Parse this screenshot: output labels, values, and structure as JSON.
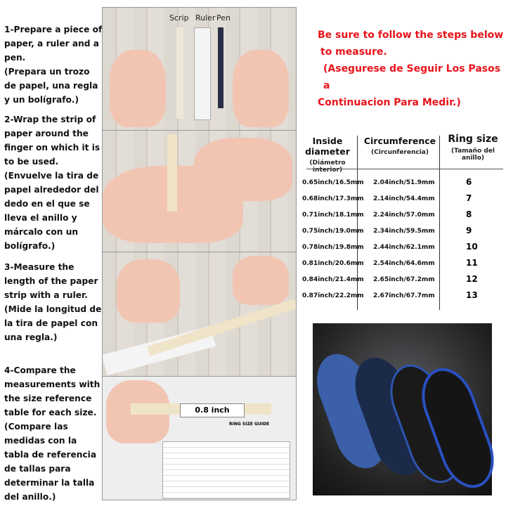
{
  "steps": [
    {
      "en": "1-Prepare a piece of paper, a ruler and a pen.",
      "es": "(Prepara un trozo de papel, una regla y un bolígrafo.)"
    },
    {
      "en": "2-Wrap the strip of paper around the finger on which it is to be used.",
      "es": "(Envuelve la tira de papel alrededor del dedo en el que se lleva el anillo y márcalo con un bolígrafo.)"
    },
    {
      "en": "3-Measure the length of the paper strip with a ruler.",
      "es": "(Mide la longitud de la tira de papel con una regla.)"
    },
    {
      "en": "4-Compare the measurements with the size reference table for each size.",
      "es": "(Compare las medidas con la tabla de referencia de tallas para determinar la talla del anillo.)"
    }
  ],
  "illustration": {
    "scrip": "Scrip",
    "ruler": "Ruler",
    "pen": "Pen",
    "measure": "0.8 inch",
    "guide_title": "RING SIZE GUIDE"
  },
  "notice": {
    "line1": "Be sure to follow the steps below",
    "line2": "to measure.",
    "line3": "(Asegurese de Seguir Los Pasos a",
    "line4": "Continuacion Para Medir.)"
  },
  "table": {
    "headers": [
      {
        "title": "Inside diameter",
        "sub": "(Diámetro interior)"
      },
      {
        "title": "Circumference",
        "sub": "(Circunferencia)"
      },
      {
        "title": "Ring size",
        "sub": "(Tamaño del anillo)"
      }
    ],
    "rows": [
      [
        "0.65inch/16.5mm",
        "2.04inch/51.9mm",
        "6"
      ],
      [
        "0.68inch/17.3mm",
        "2.14inch/54.4mm",
        "7"
      ],
      [
        "0.71inch/18.1mm",
        "2.24inch/57.0mm",
        "8"
      ],
      [
        "0.75inch/19.0mm",
        "2.34inch/59.5mm",
        "9"
      ],
      [
        "0.78inch/19.8mm",
        "2.44inch/62.1mm",
        "10"
      ],
      [
        "0.81inch/20.6mm",
        "2.54inch/64.6mm",
        "11"
      ],
      [
        "0.84inch/21.4mm",
        "2.65inch/67.2mm",
        "12"
      ],
      [
        "0.87inch/22.2mm",
        "2.67inch/67.7mm",
        "13"
      ]
    ]
  }
}
